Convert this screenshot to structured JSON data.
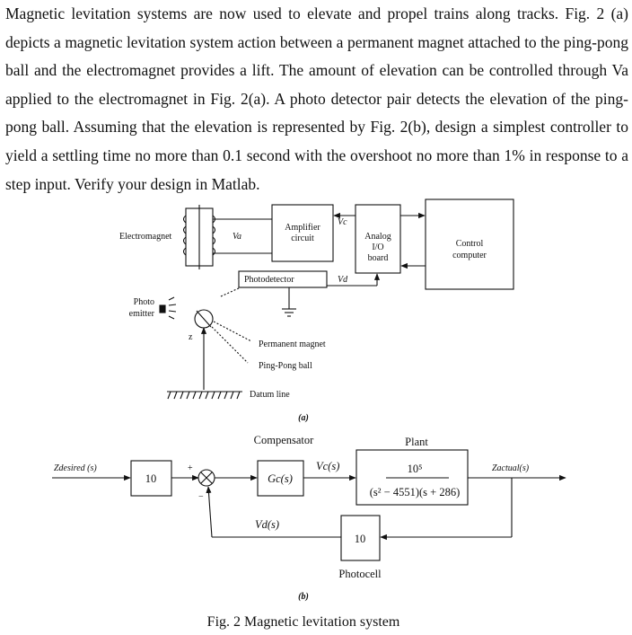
{
  "problem": {
    "paragraph": "Magnetic levitation systems are now used to elevate and propel trains along tracks. Fig. 2 (a) depicts a magnetic levitation system action between a permanent magnet attached to the ping-pong ball and the electromagnet provides a lift. The amount of elevation can be controlled through Va applied to the electromagnet in Fig. 2(a). A photo detector pair detects the elevation of the ping-pong ball. Assuming that the elevation is represented by Fig. 2(b), design a simplest controller to yield a settling time no more than 0.1 second with the overshoot no more than 1% in response to a step input. Verify your design in Matlab."
  },
  "figure_a": {
    "electromagnet": "Electromagnet",
    "va": "Va",
    "amplifier_line1": "Amplifier",
    "amplifier_line2": "circuit",
    "vc": "Vc",
    "analog_line1": "Analog",
    "analog_line2": "I/O",
    "analog_line3": "board",
    "control_line1": "Control",
    "control_line2": "computer",
    "photodetector": "Photodetector",
    "vd": "Vd",
    "photo_emitter_line1": "Photo",
    "photo_emitter_line2": "emitter",
    "z": "z",
    "permanent_magnet": "Permanent magnet",
    "ping_pong_ball": "Ping-Pong ball",
    "datum_line": "Datum line",
    "caption": "(a)"
  },
  "figure_b": {
    "compensator": "Compensator",
    "plant": "Plant",
    "z_desired": "Zdesired (s)",
    "gain_block": "10",
    "plus": "+",
    "minus": "−",
    "gc": "Gc(s)",
    "vc_s": "Vc(s)",
    "plant_num": "10⁵",
    "plant_den": "(s² − 4551)(s + 286)",
    "z_actual": "Zactual(s)",
    "vd_s": "Vd(s)",
    "feedback_gain": "10",
    "photocell": "Photocell",
    "caption": "(b)"
  },
  "figure_caption": "Fig. 2 Magnetic levitation system"
}
